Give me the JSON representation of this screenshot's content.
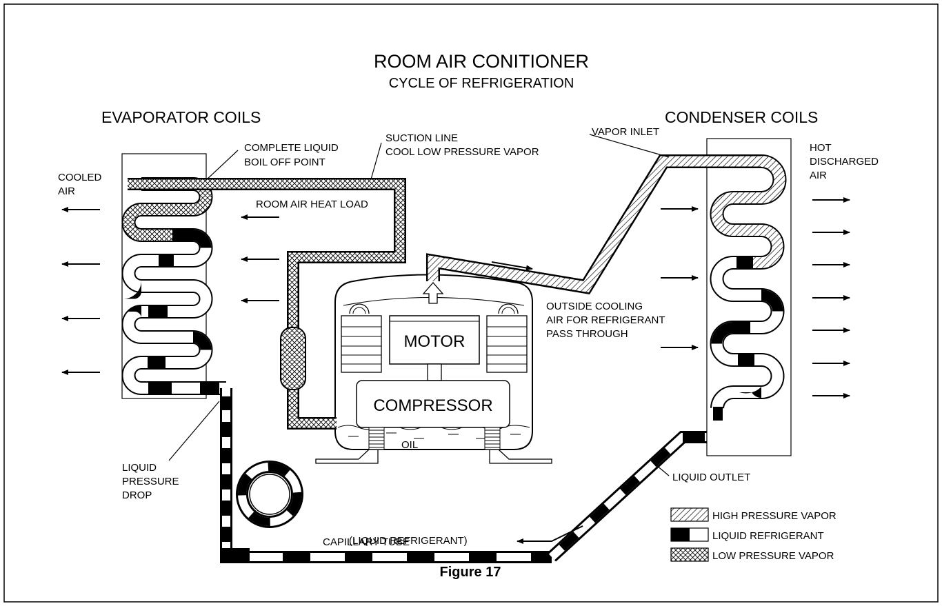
{
  "title": "ROOM AIR CONITIONER",
  "subtitle": "CYCLE OF REFRIGERATION",
  "headings": {
    "evaporator": "EVAPORATOR COILS",
    "condenser": "CONDENSER COILS"
  },
  "labels": {
    "complete_liquid_1": "COMPLETE LIQUID",
    "complete_liquid_2": "BOIL OFF POINT",
    "suction_1": "SUCTION LINE",
    "suction_2": "COOL LOW PRESSURE VAPOR",
    "vapor_inlet": "VAPOR INLET",
    "hot_1": "HOT",
    "hot_2": "DISCHARGED",
    "hot_3": "AIR",
    "cooled_1": "COOLED",
    "cooled_2": "AIR",
    "room_air": "ROOM AIR HEAT LOAD",
    "outside_1": "OUTSIDE COOLING",
    "outside_2": "AIR FOR REFRIGERANT",
    "outside_3": "PASS THROUGH",
    "motor": "MOTOR",
    "compressor": "COMPRESSOR",
    "oil": "OIL",
    "liquid_pressure_1": "LIQUID",
    "liquid_pressure_2": "PRESSURE",
    "liquid_pressure_3": "DROP",
    "liquid_refrigerant": "(LIQUID REFRIGERANT)",
    "capillary": "CAPILLARY TUBE",
    "liquid_outlet": "LIQUID OUTLET"
  },
  "legend": [
    {
      "pattern": "hatch",
      "label": "HIGH PRESSURE VAPOR"
    },
    {
      "pattern": "liquid",
      "label": "LIQUID REFRIGERANT"
    },
    {
      "pattern": "cross",
      "label": "LOW PRESSURE VAPOR"
    }
  ],
  "figure_caption": "Figure 17"
}
